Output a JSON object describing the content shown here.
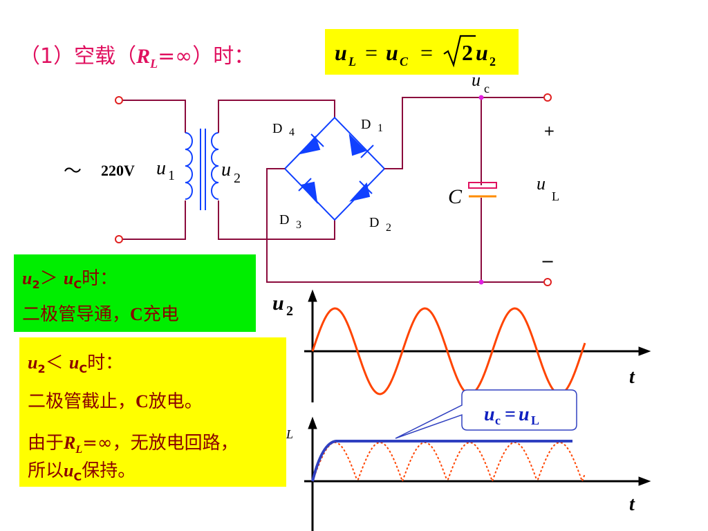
{
  "title": {
    "prefix": "（1）空载（",
    "var": "R",
    "sub": "L",
    "eq": "=∞）时："
  },
  "formula": {
    "lhs": "u",
    "lhs_sub": "L",
    "mid": "u",
    "mid_sub": "C",
    "sqrt_arg": "2",
    "rhs": "u",
    "rhs_sub": "2"
  },
  "circuit": {
    "source_label": "220V",
    "tilde": "～",
    "u1": "u",
    "u1_sub": "1",
    "u2": "u",
    "u2_sub": "2",
    "d1": "D",
    "d1_sub": "1",
    "d2": "D",
    "d2_sub": "2",
    "d3": "D",
    "d3_sub": "3",
    "d4": "D",
    "d4_sub": "4",
    "capacitor": "C",
    "uc": "u",
    "uc_sub": "c",
    "ul": "u",
    "ul_sub": "L",
    "plus": "+",
    "minus": "−"
  },
  "green_box": {
    "line1_var": "u",
    "line1_sub": "2",
    "line1_op": "＞ ",
    "line1_var2": "u",
    "line1_sub2": "C",
    "line1_end": "时：",
    "line2": "二极管导通，",
    "line2_c": "C",
    "line2_end": "充电"
  },
  "yellow_box": {
    "line1_var": "u",
    "line1_sub": "2",
    "line1_op": "＜ ",
    "line1_var2": "u",
    "line1_sub2": "C",
    "line1_end": "时：",
    "line2": "二极管截止，",
    "line2_c": "C",
    "line2_end": "放电。",
    "line3_start": "由于",
    "line3_var": "R",
    "line3_sub": "L",
    "line3_end": "=∞，无放电回路，",
    "line4_start": "所以",
    "line4_var": "u",
    "line4_sub": "C",
    "line4_end": "保持。"
  },
  "graph_top": {
    "ylabel": "u",
    "ylabel_sub": "2",
    "xlabel": "t"
  },
  "graph_bottom": {
    "ylabel_partial": "L",
    "xlabel": "t",
    "callout_var": "u",
    "callout_sub": "c",
    "callout_eq": "=",
    "callout_var2": "u",
    "callout_sub2": "L"
  },
  "colors": {
    "title": "#e0105f",
    "wire": "#8b0a3c",
    "diode": "#1040ff",
    "sine": "#ff4400",
    "envelope": "#3040c0",
    "highlight_yellow": "#ffff00",
    "highlight_green": "#00ee00"
  }
}
